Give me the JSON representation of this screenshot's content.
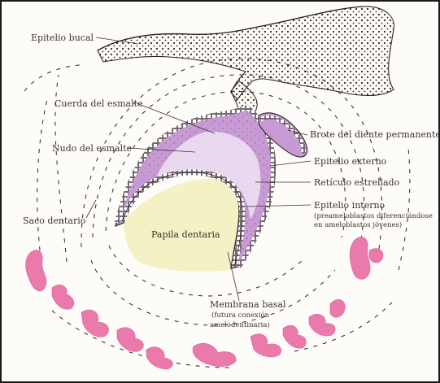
{
  "colors": {
    "background": "#fefcf8",
    "ink": "#3a332c",
    "enamel_organ": "#c79ad4",
    "papilla": "#f2f0bc",
    "bone": "#ea7aab",
    "epithelium": "#f3ecd6"
  },
  "labels": {
    "epitelio_bucal": "Epitelio bucal",
    "cuerda_esmalte": "Cuerda del esmalte",
    "nudo_esmalte": "Nudo del esmalte",
    "brote_permanente": "Brote del diente permanente",
    "epitelio_externo": "Epitelio externo",
    "reticulo_estrellado": "Retículo estrellado",
    "epitelio_interno": "Epitelio interno",
    "epitelio_interno_note_1": "(preameloblastos diferenciándose",
    "epitelio_interno_note_2": "en ameloblastos jóvenes)",
    "saco_dentario": "Saco dentario",
    "papila_dentaria": "Papila dentaria",
    "membrana_basal": "Membrana basal",
    "membrana_basal_note_1": "(futura conexión",
    "membrana_basal_note_2": "amelodentinaria)"
  }
}
